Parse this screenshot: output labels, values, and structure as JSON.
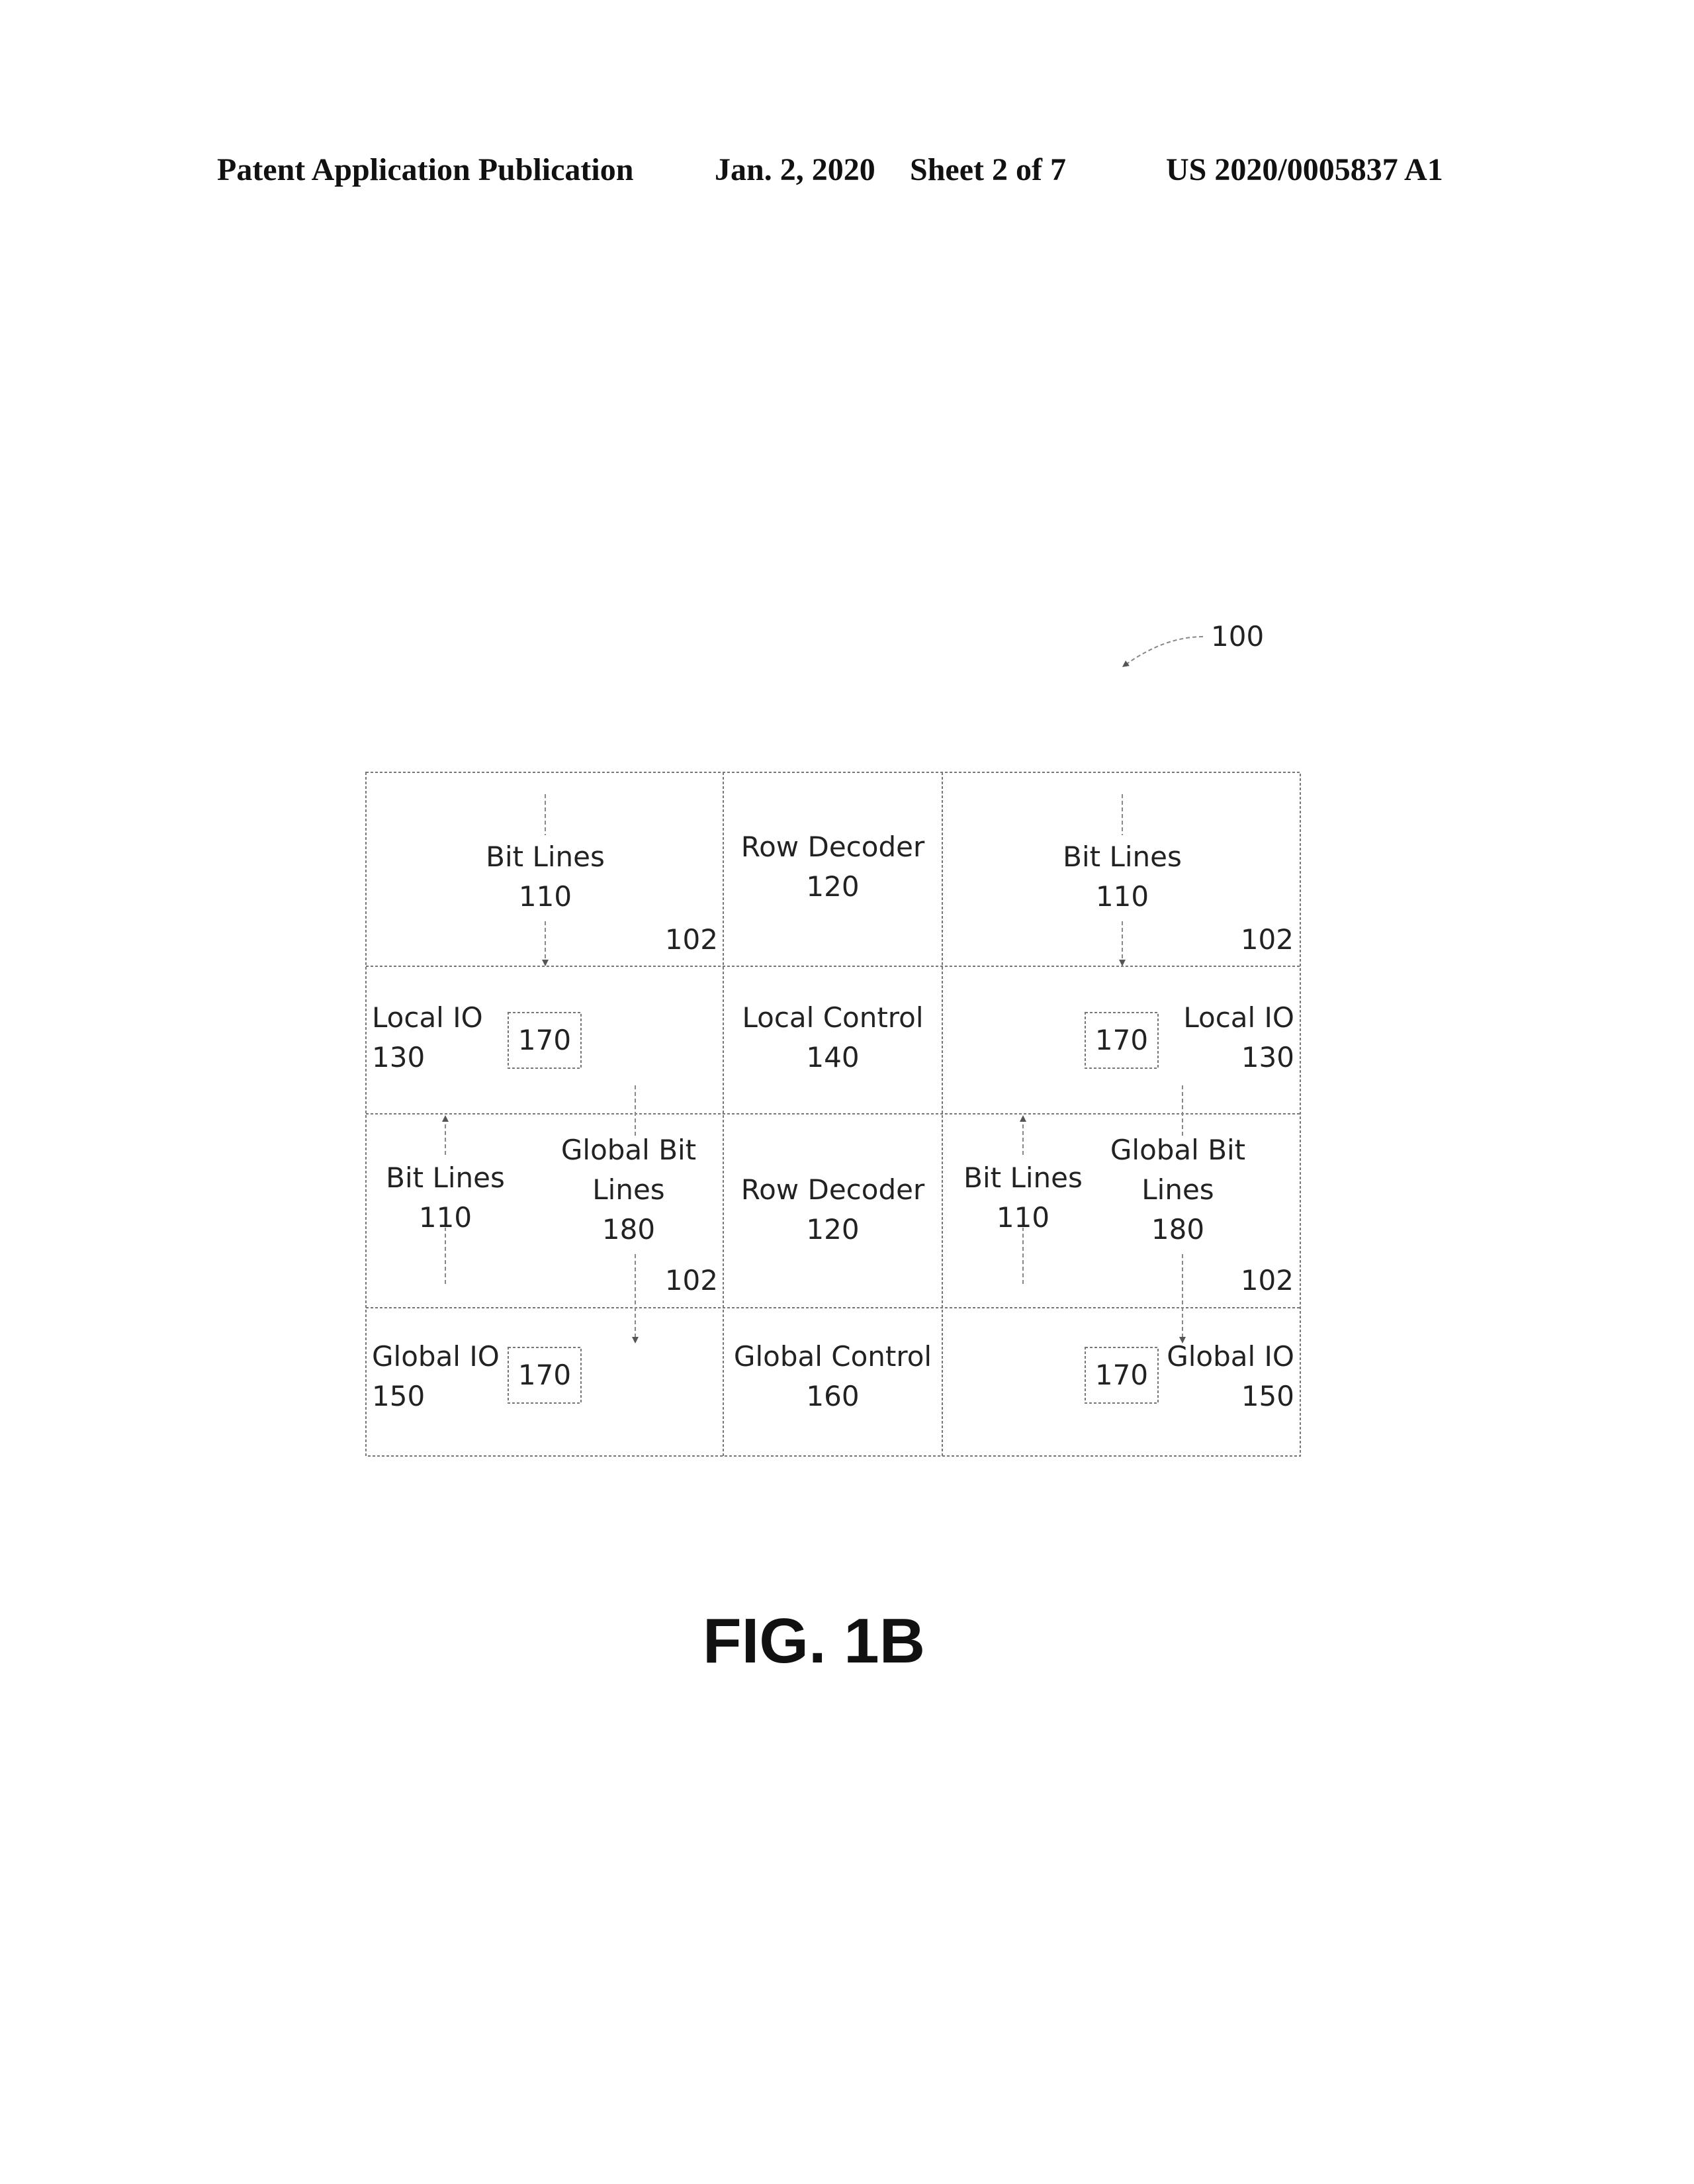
{
  "header": {
    "publication": "Patent Application Publication",
    "date": "Jan. 2, 2020",
    "sheet": "Sheet 2 of 7",
    "number": "US 2020/0005837 A1"
  },
  "reference": "100",
  "cells": {
    "bitlines_tl": {
      "title": "Bit Lines",
      "num": "110",
      "ref": "102"
    },
    "row_decoder_top": {
      "title": "Row Decoder",
      "num": "120"
    },
    "bitlines_tr": {
      "title": "Bit Lines",
      "num": "110",
      "ref": "102"
    },
    "local_io_left": {
      "title": "Local IO",
      "num": "130",
      "box": "170"
    },
    "local_control": {
      "title": "Local Control",
      "num": "140"
    },
    "local_io_right": {
      "title": "Local IO",
      "num": "130",
      "box": "170"
    },
    "bitlines_ml": {
      "title": "Bit Lines",
      "num": "110"
    },
    "global_bitlines_l": {
      "line1": "Global Bit",
      "line2": "Lines",
      "num": "180",
      "ref": "102"
    },
    "row_decoder_mid": {
      "title": "Row Decoder",
      "num": "120"
    },
    "bitlines_mr": {
      "title": "Bit Lines",
      "num": "110"
    },
    "global_bitlines_r": {
      "line1": "Global Bit",
      "line2": "Lines",
      "num": "180",
      "ref": "102"
    },
    "global_io_left": {
      "title": "Global IO",
      "num": "150",
      "box": "170"
    },
    "global_control": {
      "title": "Global Control",
      "num": "160"
    },
    "global_io_right": {
      "title": "Global IO",
      "num": "150",
      "box": "170"
    }
  },
  "figure_label": "FIG. 1B"
}
